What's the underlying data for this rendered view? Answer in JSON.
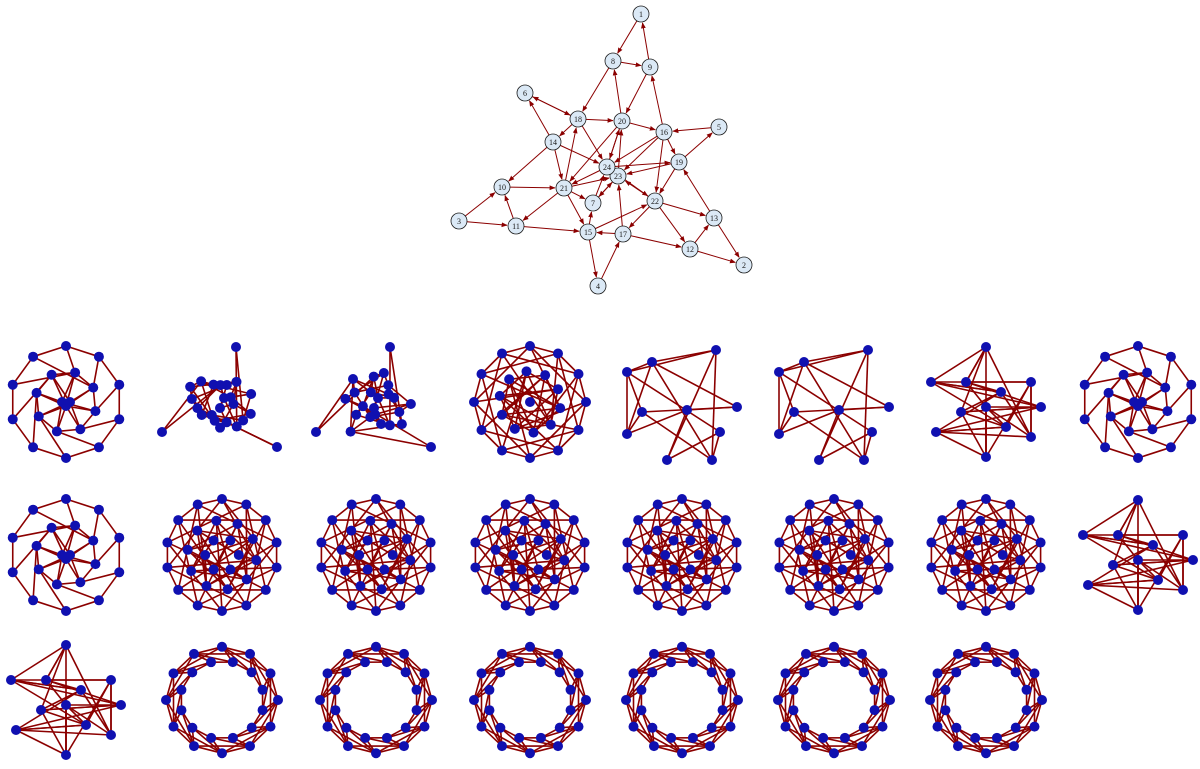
{
  "main_graph": {
    "node_labels": [
      "1",
      "2",
      "3",
      "4",
      "5",
      "6",
      "7",
      "8",
      "9",
      "10",
      "11",
      "12",
      "13",
      "14",
      "15",
      "16",
      "17",
      "18",
      "19",
      "20",
      "21",
      "22",
      "23",
      "24"
    ],
    "node_fill": "#dbe9f6",
    "node_stroke": "#1a1a1a",
    "edge_color": "#8b0000",
    "arrow_color": "#8b0000",
    "directed": true
  },
  "thumbnails": {
    "rows": 3,
    "count": 23,
    "node_color": "#1010b0",
    "edge_color": "#8b0000",
    "layouts": [
      "wheel-like",
      "star-triangle",
      "star-triangle",
      "layered-circle",
      "complete-bipartite-like",
      "complete-bipartite-like",
      "diamond-grid",
      "wheel-like",
      "wheel-like",
      "concentric-circle",
      "concentric-circle",
      "concentric-circle",
      "concentric-circle",
      "concentric-circle",
      "concentric-circle",
      "diamond-grid",
      "diamond-grid",
      "hollow-ring",
      "hollow-ring",
      "hollow-ring",
      "hollow-ring",
      "hollow-ring",
      "hollow-ring"
    ]
  }
}
